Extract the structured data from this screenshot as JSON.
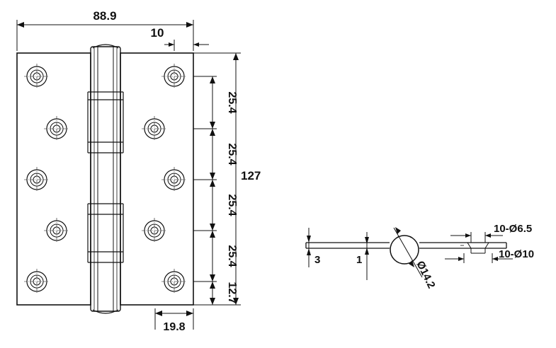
{
  "colors": {
    "line": "#111111",
    "background": "#ffffff"
  },
  "front_view": {
    "overall_width": "88.9",
    "knuckle_offset": "10",
    "overall_height": "127",
    "hole_pitch_1": "25.4",
    "hole_pitch_2": "25.4",
    "hole_pitch_3": "25.4",
    "hole_pitch_4": "25.4",
    "end_distance": "12.7",
    "hole_edge_distance": "19.8",
    "screw_holes_per_leaf": 5
  },
  "side_view": {
    "leaf_thickness": "3",
    "knuckle_gap": "1",
    "knuckle_diameter": "Ø14.2",
    "hole_diameter": "10-Ø6.5",
    "countersink_diameter": "10-Ø10"
  }
}
